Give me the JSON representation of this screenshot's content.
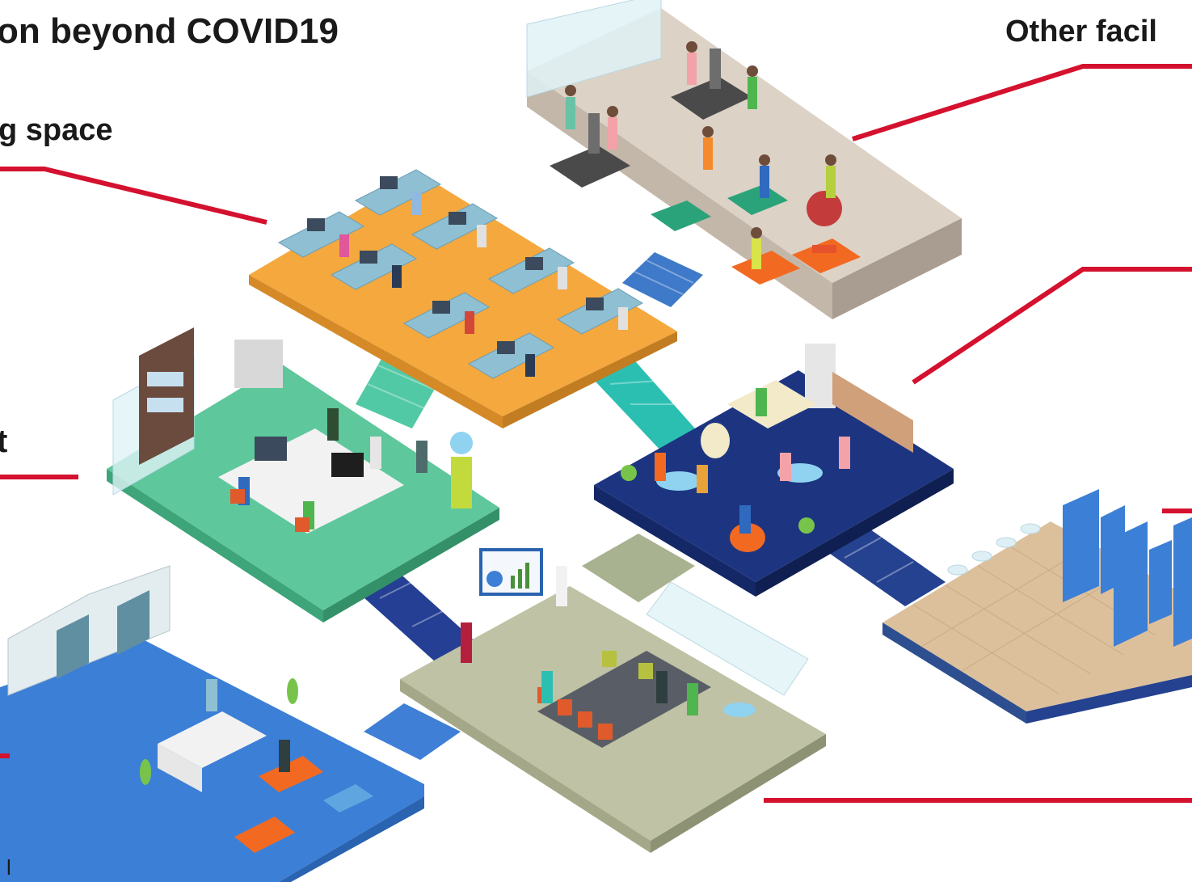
{
  "labels": {
    "title": "on beyond COVID19",
    "workspace": "g space",
    "other_facilities": "Other facil",
    "left_mid": "t",
    "bottom_left": "l"
  },
  "colors": {
    "leader_line": "#d4112e",
    "workspace_floor": "#f4a83e",
    "gym_floor": "#ddd2c6",
    "meeting_floor": "#5ec79c",
    "lounge_floor": "#1d3581",
    "washroom_floor": "#dcc09c",
    "reception_floor": "#3c7fd6",
    "conference_floor": "#bfc2a4"
  },
  "scenes": [
    "workspace-floor",
    "gym-floor",
    "meeting-floor",
    "lounge-floor",
    "washroom-floor",
    "reception-floor",
    "conference-floor"
  ]
}
